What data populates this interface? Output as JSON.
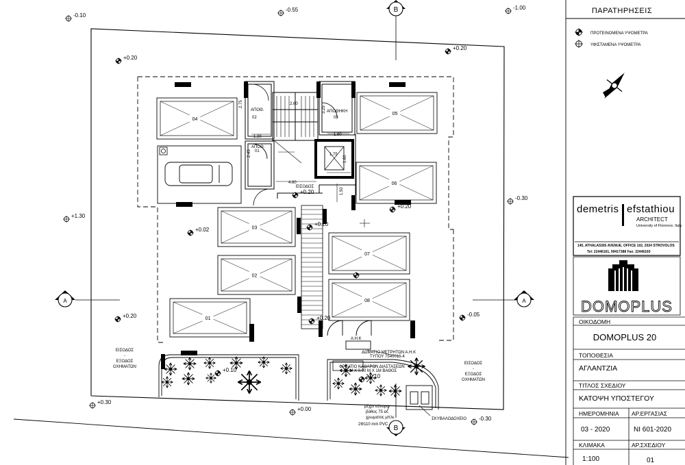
{
  "legend": {
    "title": "ΠΑΡΑΤΗΡΗΣΕΙΣ",
    "proposed_levels": "ΠΡΟΤΕΙΝΟΜΕΝΑ ΥΨΟΜΕΤΡΑ",
    "existing_levels": "ΥΦΙΣΤΑΜΕΝΑ ΥΨΟΜΕΤΡΑ"
  },
  "architect": {
    "name_first": "demetris",
    "name_last": "efstathiou",
    "role": "ARCHITECT",
    "university": "University of Florence, Italy",
    "address": "145, ATHALASSIS AVENUE, OFFICE 102, 2024 STROVOLOS",
    "phones": "Tel: 22446161, 99417388   Fax: 22446160"
  },
  "brand": {
    "name": "DOMOPLUS"
  },
  "title_block": {
    "building_label": "ΟΙΚΟΔΟΜΗ",
    "building_value": "DOMOPLUS 20",
    "location_label": "ΤΟΠΟΘΕΣΙΑ",
    "location_value": "ΑΓΛΑΝΤΖΙΑ",
    "drawing_title_label": "ΤΙΤΛΟΣ ΣΧΕΔΙΟΥ",
    "drawing_title_value": "ΚΑΤΟΨΗ ΥΠΟΣΤΕΓΟΥ",
    "date_label": "ΗΜΕΡΟΜΗΝΙΑ",
    "date_value": "03 - 2020",
    "job_no_label": "ΑΡ.ΕΡΓΑΣΙΑΣ",
    "job_no_value": "NI 601-2020",
    "scale_label": "ΚΛΙΜΑΚΑ",
    "scale_value": "1:100",
    "sheet_no_label": "ΑΡ.ΣΧΕΔΙΟΥ",
    "sheet_no_value": "01"
  },
  "levels": [
    "-0.10",
    "-0.55",
    "-1.00",
    "+0.20",
    "+0.20",
    "+1.30",
    "-0.30",
    "+0.20",
    "+0.20",
    "+0.20",
    "+0.02",
    "+0.20",
    "+0.20",
    "-0.05",
    "+0.10",
    "+0.10",
    "+0.30",
    "+0.00",
    "-0.30"
  ],
  "sections": {
    "a_left": "A",
    "a_right": "A",
    "b_top": "B",
    "b_bottom": "B"
  },
  "parking": [
    "04",
    "05",
    "06",
    "03",
    "07",
    "02",
    "08",
    "01"
  ],
  "rooms": {
    "store_02_name": "ΑΠΟΘ.",
    "store_02_no": "02",
    "store_01_name": "ΑΠΟΘ.",
    "store_01_no": "01",
    "store_03_name": "ΑΠΟΘΗΚΗ",
    "store_03_no": "03",
    "entrance": "ΕΙΣΟΔΟΣ",
    "meter_room": "Α.Η.Κ"
  },
  "dimensions": [
    "2.75",
    "2.60",
    "3.25",
    "1.90",
    "1.30",
    "2.45",
    "1.75",
    "1.60",
    "4.60",
    "1.50"
  ],
  "annotations": {
    "left_entry_1": "ΕΙΣΟΔΟΣ",
    "left_entry_2": "-",
    "left_entry_3": "ΕΞΟΔΟΣ",
    "left_entry_4": "ΟΧΗΜΑΤΩΝ",
    "right_entry_1": "ΕΙΣΟΔΟΣ",
    "right_entry_2": "-",
    "right_entry_3": "ΕΞΟΔΟΣ",
    "right_entry_4": "ΟΧΗΜΑΤΩΝ",
    "meter_room_1": "ΔΩΜΑΤΙΟ ΜΕΤΡΗΤΩΝ Α.Η.Κ",
    "meter_room_2": "ΤΥΠΟΥ 7540016-4",
    "inspection_1": "ΦΡΕΑΤΙΟ ΚΑΘΑΡΩΝ ΔΙΑΣΤΑΣΕΩΝ",
    "inspection_2": "1.55 Μ  Χ  0.90 Μ Χ 1Μ ΒΑΘΟΣ",
    "pipe_1": "μέχρι σύνορα",
    "pipe_2": "βάθος 75 εκ.",
    "pipe_3": "χρωματος μπλε",
    "pipe_4": "2Φ110 mm PVC",
    "bins": "ΣΚΥΒΑΛΟΔΟΧΕΙΟ"
  }
}
